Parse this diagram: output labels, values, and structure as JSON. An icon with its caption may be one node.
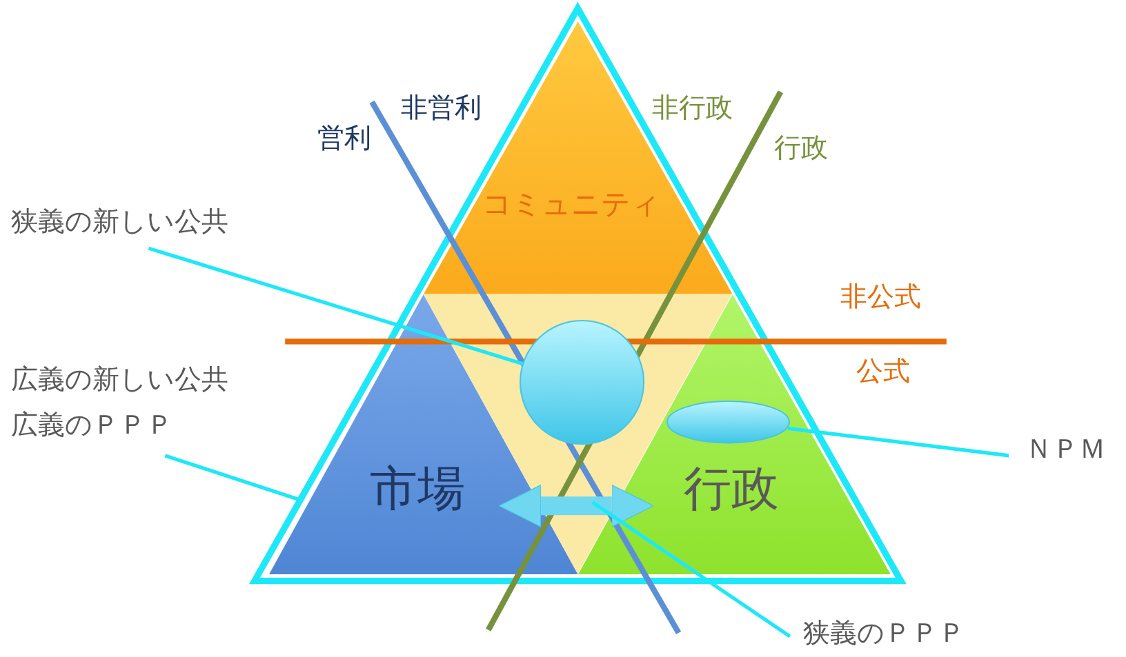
{
  "diagram": {
    "nodes": [
      {
        "text": [],
        "shape": "triangle"
      },
      {
        "text": [
          "コミュニティ"
        ],
        "in": 0
      },
      {
        "text": [
          "市場"
        ],
        "in": 0
      },
      {
        "text": [
          "行政"
        ],
        "in": 0
      },
      {
        "text": [],
        "shape": "circle",
        "in": 0
      },
      {
        "text": [],
        "shape": "ellipse",
        "in": 3
      },
      {
        "text": [
          "狭義の新しい公共"
        ]
      },
      {
        "text": [
          "広義の新しい公共",
          "広義のＰＰＰ"
        ]
      },
      {
        "text": [
          "ＮＰＭ"
        ]
      },
      {
        "text": [
          "狭義のＰＰＰ"
        ]
      }
    ],
    "edges": [
      {
        "from": 6,
        "to": 4,
        "arrow": "none"
      },
      {
        "from": 7,
        "to": 0,
        "arrow": "none"
      },
      {
        "from": 8,
        "to": 5,
        "arrow": "none"
      },
      {
        "from": 2,
        "to": 3,
        "arrow": "both",
        "style": "thick",
        "color": "#6fd8f0"
      },
      {
        "from": 9,
        "to": null,
        "arrow": "none"
      }
    ],
    "labels": [
      "非営利",
      "営利",
      "非行政",
      "行政",
      "非公式",
      "公式"
    ]
  }
}
